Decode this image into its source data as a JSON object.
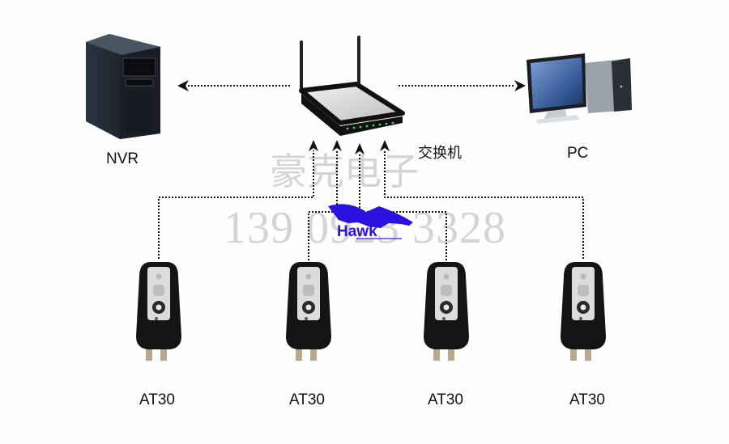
{
  "diagram": {
    "nodes": {
      "nvr": {
        "label": "NVR",
        "icon": "server-tower-icon"
      },
      "switch": {
        "label": "交换机",
        "icon": "router-icon"
      },
      "pc": {
        "label": "PC",
        "icon": "desktop-computer-icon"
      },
      "devices": [
        {
          "label": "AT30",
          "icon": "at30-device-icon"
        },
        {
          "label": "AT30",
          "icon": "at30-device-icon"
        },
        {
          "label": "AT30",
          "icon": "at30-device-icon"
        },
        {
          "label": "AT30",
          "icon": "at30-device-icon"
        }
      ]
    },
    "edges": [
      {
        "from": "switch",
        "to": "nvr",
        "style": "dotted",
        "arrow": "end"
      },
      {
        "from": "switch",
        "to": "pc",
        "style": "dotted",
        "arrow": "end"
      },
      {
        "from": "devices.0",
        "to": "switch",
        "style": "dotted",
        "arrow": "end"
      },
      {
        "from": "devices.1",
        "to": "switch",
        "style": "dotted",
        "arrow": "end"
      },
      {
        "from": "devices.2",
        "to": "switch",
        "style": "dotted",
        "arrow": "end"
      },
      {
        "from": "devices.3",
        "to": "switch",
        "style": "dotted",
        "arrow": "end"
      }
    ]
  },
  "watermark": {
    "company": "豪克电子",
    "phone": "139 0923 3328",
    "logo_text": "Hawk",
    "logo_color": "#2a12e0"
  },
  "colors": {
    "line": "#111111",
    "label": "#111111",
    "watermark": "#d4d4d4"
  }
}
